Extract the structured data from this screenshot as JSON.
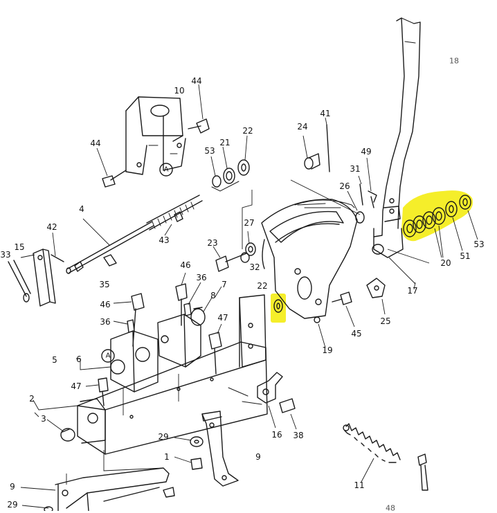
{
  "diagram": {
    "highlight_color": "#f5ee2a",
    "labels": {
      "l18": "18",
      "l44a": "44",
      "l10": "10",
      "l44b": "44",
      "l53a": "53",
      "l21": "21",
      "l22a": "22",
      "l41": "41",
      "l24": "24",
      "l49": "49",
      "l31": "31",
      "l26": "26",
      "l4": "4",
      "l42": "42",
      "l43": "43",
      "l27": "27",
      "l53b": "53",
      "l20": "20",
      "l51": "51",
      "l33": "33",
      "l15": "15",
      "l35": "35",
      "l23": "23",
      "l32": "32",
      "l22b": "22",
      "l17": "17",
      "l46a": "46",
      "l36a": "36",
      "l7": "7",
      "l8": "8",
      "l46b": "46",
      "l36b": "36",
      "l47a": "47",
      "l45": "45",
      "l25": "25",
      "l19": "19",
      "l5": "5",
      "l6": "6",
      "l47b": "47",
      "l2": "2",
      "l3": "3",
      "l16": "16",
      "l38": "38",
      "l29a": "29",
      "l1": "1",
      "l9a": "9",
      "l11": "11",
      "l9b": "9",
      "l29b": "29",
      "l48": "48"
    },
    "markers": {
      "circle_a1": "A",
      "circle_a2": "A"
    }
  }
}
